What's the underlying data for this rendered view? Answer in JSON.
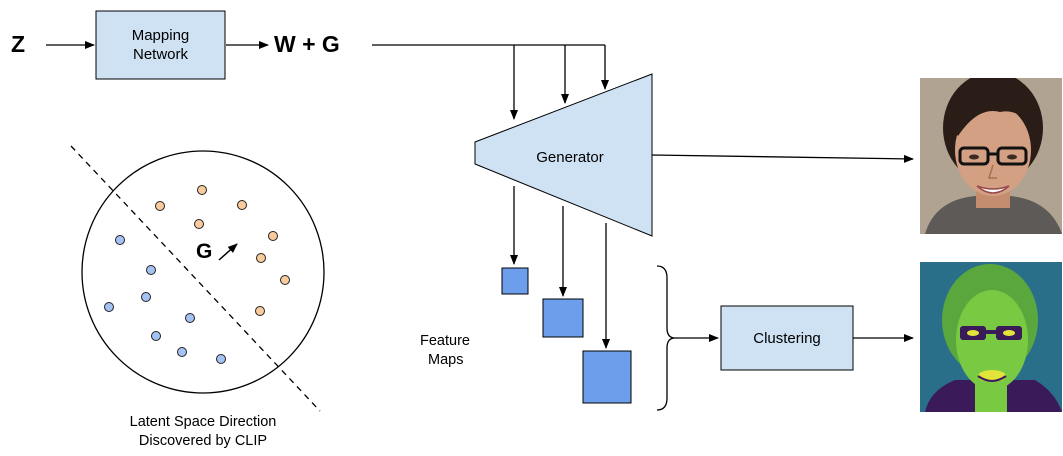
{
  "inputs": {
    "z_label": "Z",
    "wg_label": "W + G"
  },
  "mapping_network": {
    "label_line1": "Mapping",
    "label_line2": "Network"
  },
  "generator": {
    "label": "Generator"
  },
  "clustering": {
    "label": "Clustering"
  },
  "feature_maps": {
    "label_line1": "Feature",
    "label_line2": "Maps"
  },
  "latent_space": {
    "direction_label": "G",
    "caption_line1": "Latent Space Direction",
    "caption_line2": "Discovered by CLIP"
  },
  "colors": {
    "box_fill": "#cfe2f3",
    "feature_map_fill": "#6d9eeb",
    "blue_dot": "#a4c2f4",
    "orange_dot": "#f9cb9c",
    "seg_background": "#2a6f8a",
    "seg_face": "#7ac943",
    "seg_highlight": "#e2e43a",
    "seg_dark": "#3b1a5a"
  },
  "images": {
    "face_photo": "face-photo",
    "segmentation_map": "segmentation-map"
  }
}
